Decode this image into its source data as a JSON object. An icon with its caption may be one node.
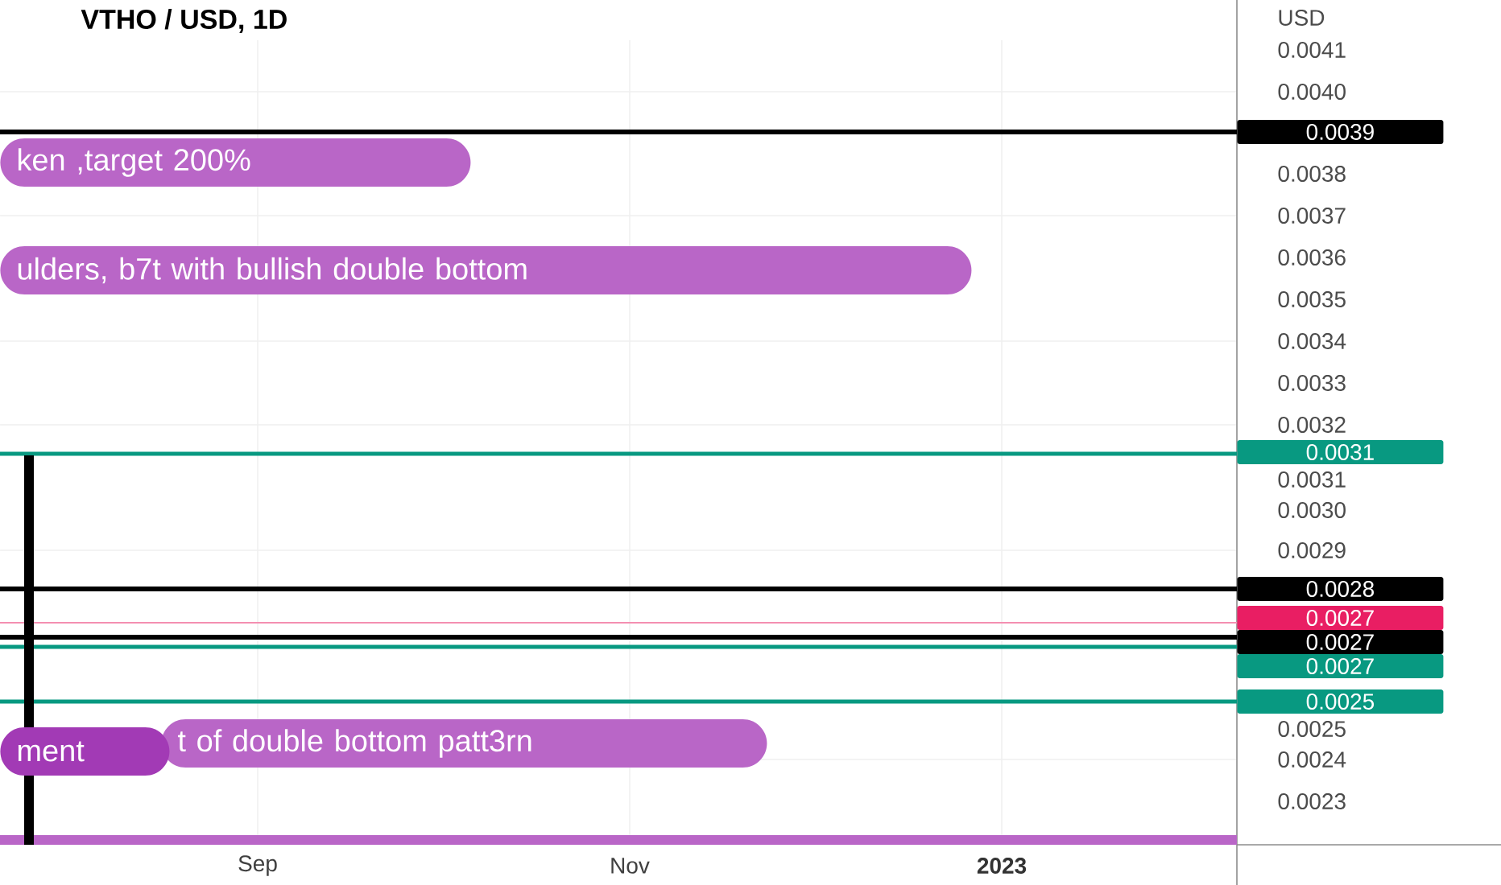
{
  "diagram": {
    "title": "VTHO / USD, 1D",
    "nodes": [
      {
        "text": [
          "ken ,target 200%"
        ]
      },
      {
        "text": [
          "ulders, b7t with bullish double bottom"
        ]
      },
      {
        "text": [
          "t of double bottom patt3rn"
        ]
      },
      {
        "text": [
          "ment"
        ]
      }
    ],
    "labels": [
      "USD",
      "0.0041",
      "0.0040",
      "0.0039",
      "0.0038",
      "0.0037",
      "0.0036",
      "0.0035",
      "0.0034",
      "0.0033",
      "0.0032",
      "0.0031",
      "0.0031",
      "0.0030",
      "0.0029",
      "0.0028",
      "0.0027",
      "0.0027",
      "0.0027",
      "0.0025",
      "0.0025",
      "0.0024",
      "0.0023",
      "Sep",
      "Nov",
      "2023"
    ]
  }
}
